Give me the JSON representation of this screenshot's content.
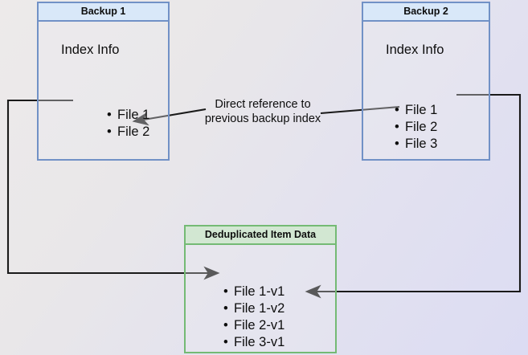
{
  "diagram": {
    "title": "Backup deduplication index reference",
    "colors": {
      "blue_border": "#7191c6",
      "blue_header": "#d9e8f9",
      "green_border": "#74ba74",
      "green_header": "#d2e7d2",
      "edge_stroke": "#1a1a1a",
      "text": "#0d0d0d"
    },
    "boxes": {
      "backup1": {
        "header": "Backup 1",
        "section": "Index Info",
        "items": [
          "File 1",
          "File 2"
        ]
      },
      "backup2": {
        "header": "Backup 2",
        "section": "Index Info",
        "items": [
          "File 1",
          "File 2",
          "File 3"
        ]
      },
      "dedup": {
        "header": "Deduplicated Item Data",
        "items": [
          "File 1-v1",
          "File 1-v2",
          "File 2-v1",
          "File 3-v1"
        ]
      }
    },
    "edges": {
      "reference_label_line1": "Direct reference to",
      "reference_label_line2": "previous backup index"
    }
  }
}
